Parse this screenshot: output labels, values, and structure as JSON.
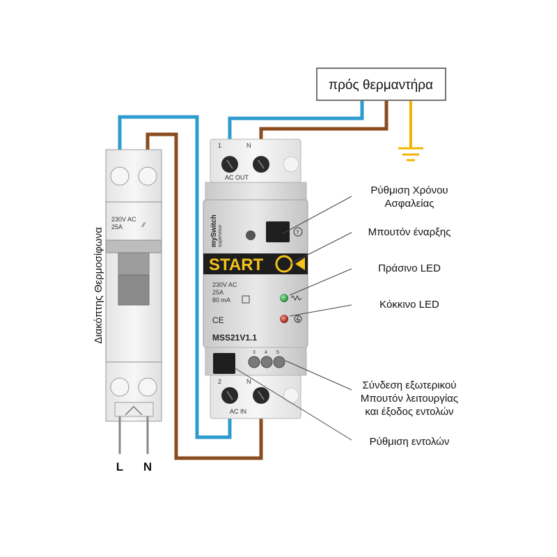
{
  "heater_box": {
    "label": "πρός θερμαντήρα"
  },
  "breaker": {
    "side_label": "Διακόπτης Θερμοσίφωνα",
    "rating_line1": "230V AC",
    "rating_line2": "25A",
    "terminal_L": "L",
    "terminal_N": "N"
  },
  "device": {
    "top_terminal_1": "1",
    "top_terminal_n": "N",
    "ac_out": "AC OUT",
    "brand_main": "mySwitch",
    "brand_sub": "supervisor",
    "start_label": "START",
    "spec_voltage": "230V AC",
    "spec_current": "25A",
    "spec_ma": "80 mA",
    "ce_mark": "CE",
    "model": "MSS21V1.1",
    "ext_terminal_3": "3",
    "ext_terminal_4": "4",
    "ext_terminal_5": "5",
    "bottom_terminal_2": "2",
    "bottom_terminal_n": "N",
    "ac_in": "AC IN"
  },
  "callouts": {
    "safety_time_line1": "Ρύθμιση Χρόνου",
    "safety_time_line2": "Ασφαλείας",
    "start_button": "Μπουτόν έναρξης",
    "green_led": "Πράσινο LED",
    "red_led": "Κόκκινο LED",
    "external_line1": "Σύνδεση εξωτερικού",
    "external_line2": "Μπουτόν λειτουργίας",
    "external_line3": "και έξοδος εντολών",
    "commands_setting": "Ρύθμιση εντολών"
  },
  "colors": {
    "wire_blue": "#2e9bcf",
    "wire_brown": "#8a4b1e",
    "wire_earth": "#f0b400",
    "start_yellow": "#f3c21b",
    "led_green": "#2fa84f",
    "led_red": "#c0261d"
  }
}
